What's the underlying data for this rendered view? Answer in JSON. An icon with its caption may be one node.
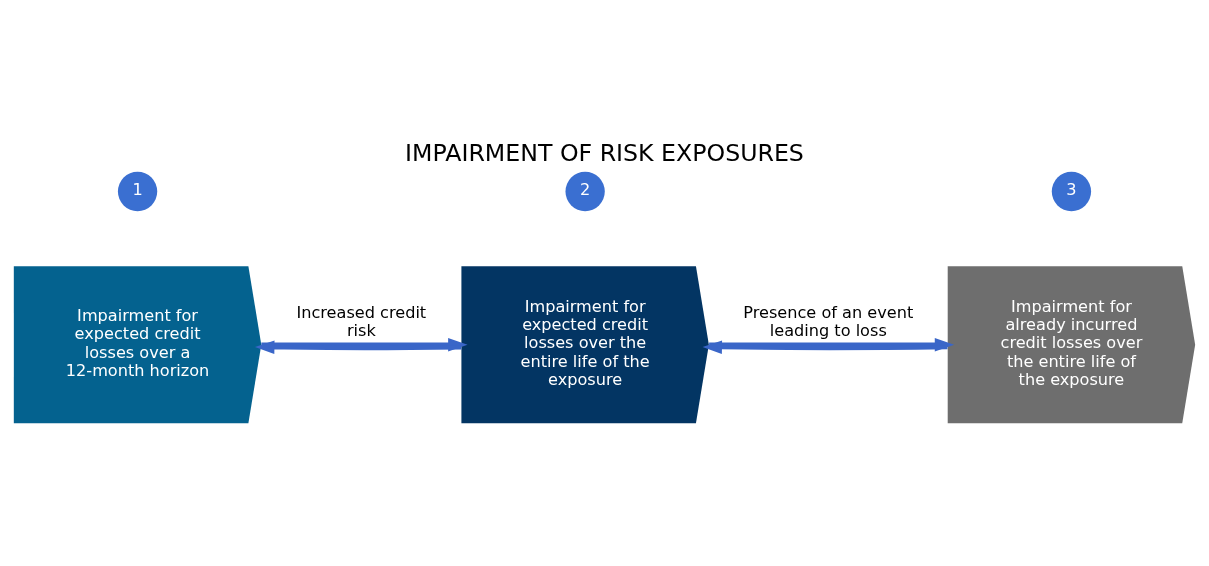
{
  "diagram": {
    "title": "IMPAIRMENT OF RISK EXPOSURES",
    "nodes": [
      {
        "text": [
          "1"
        ]
      },
      {
        "text": [
          "Impairment for expected credit losses over a 12-month horizon"
        ]
      },
      {
        "text": [
          "2"
        ]
      },
      {
        "text": [
          "Impairment for expected credit losses over the entire life of the exposure"
        ]
      },
      {
        "text": [
          "3"
        ]
      },
      {
        "text": [
          "Impairment for already incurred credit losses over the entire life of the exposure"
        ]
      }
    ],
    "edges": [
      {
        "from": 1,
        "to": 3,
        "arrow": "to",
        "label": "Increased credit risk"
      },
      {
        "from": 3,
        "to": 5,
        "arrow": "to",
        "label": "Presence of an event leading to loss"
      },
      {
        "from": 3,
        "to": 1,
        "arrow": "to"
      },
      {
        "from": 5,
        "to": 3,
        "arrow": "to"
      }
    ]
  }
}
